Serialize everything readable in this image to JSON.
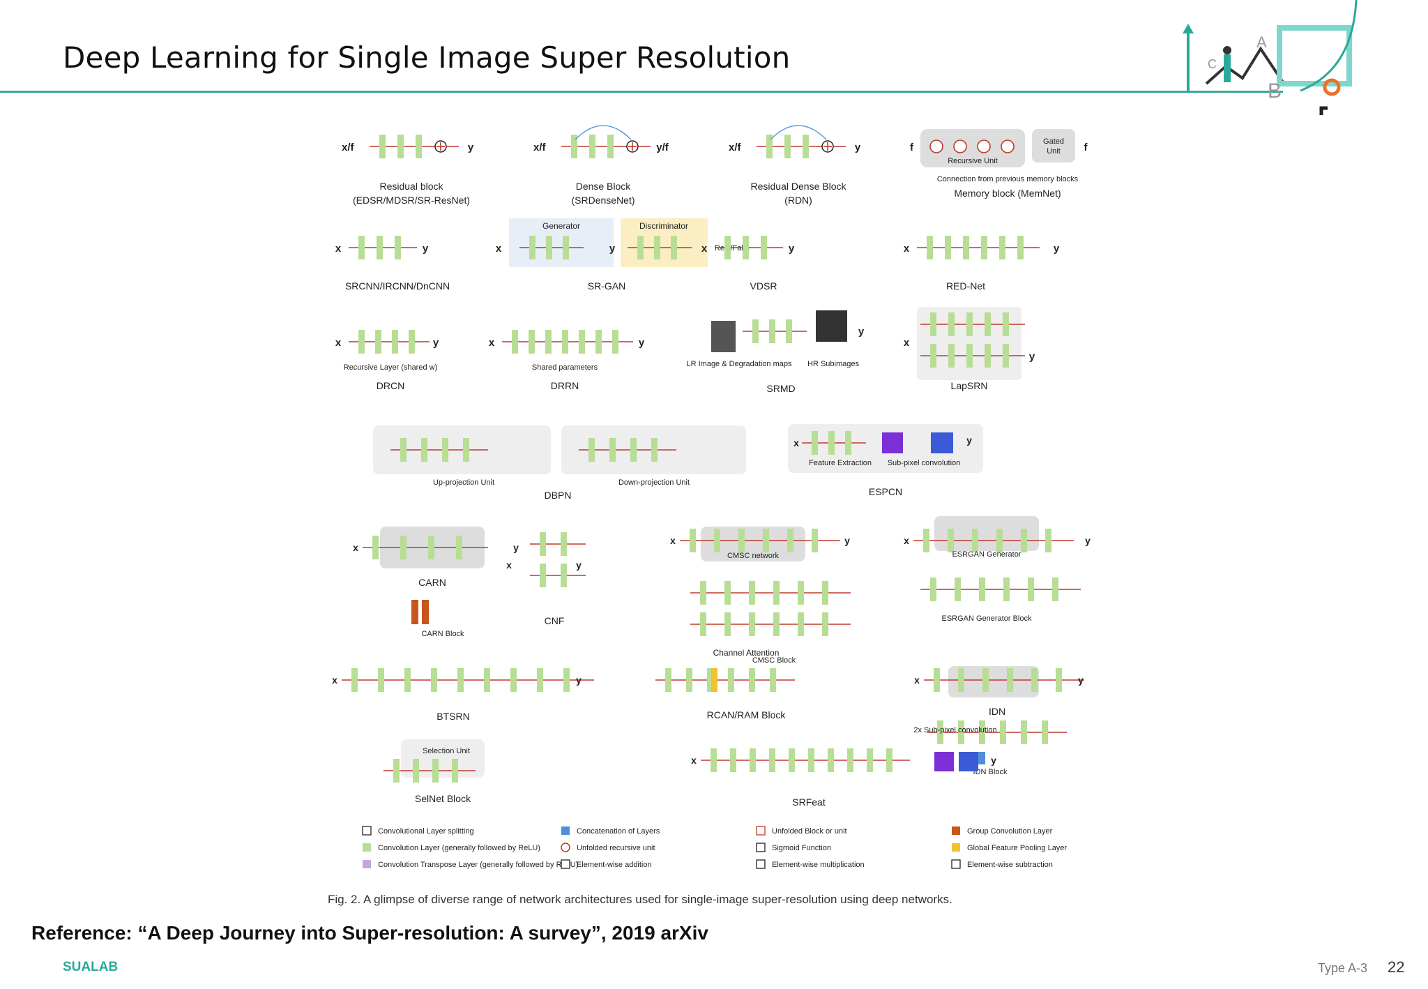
{
  "slide": {
    "title": "Deep Learning for Single Image Super Resolution",
    "caption": "Fig. 2. A glimpse of diverse range of network architectures used for single-image super-resolution using deep networks.",
    "reference": "Reference: “A Deep Journey into Super-resolution: A survey”, 2019 arXiv",
    "brand": "SUALAB",
    "type_label": "Type A-3",
    "page_number": "22"
  },
  "logo": {
    "letters": [
      "C",
      "A",
      "B"
    ]
  },
  "colors": {
    "accent": "#3aa89a",
    "conv": "#b8dd94",
    "transpose": "#c3a8d9",
    "line": "#c0392b",
    "group": "#c8551a",
    "pool": "#f2c230"
  },
  "figure": {
    "row1": [
      {
        "id": "res",
        "label": "Residual block",
        "sub": "(EDSR/MDSR/SR-ResNet)",
        "in": "x/f",
        "out": "y"
      },
      {
        "id": "dense",
        "label": "Dense Block",
        "sub": "(SRDenseNet)",
        "in": "x/f",
        "out": "y/f"
      },
      {
        "id": "rdn",
        "label": "Residual Dense Block",
        "sub": "(RDN)",
        "in": "x/f",
        "out": "y"
      },
      {
        "id": "mem",
        "label": "Memory block (MemNet)",
        "sub": "Connection from previous memory blocks",
        "in": "f",
        "out": "f",
        "inner1": "Recursive Unit",
        "inner2": "Gated Unit"
      }
    ],
    "row2": [
      {
        "id": "srcnn",
        "label": "SRCNN/IRCNN/DnCNN",
        "in": "x",
        "out": "y"
      },
      {
        "id": "srgan",
        "label": "SR-GAN",
        "gen": "Generator",
        "disc": "Discriminator",
        "out": "Real/Fake",
        "in": "x",
        "mid": "y"
      },
      {
        "id": "vdsr",
        "label": "VDSR",
        "in": "x",
        "out": "y"
      },
      {
        "id": "rednet",
        "label": "RED-Net",
        "in": "x",
        "out": "y"
      }
    ],
    "row3": [
      {
        "id": "drcn",
        "label": "DRCN",
        "note": "Recursive Layer (shared w)",
        "in": "x",
        "out": "y"
      },
      {
        "id": "drrn",
        "label": "DRRN",
        "note": "Shared parameters",
        "in": "x",
        "out": "y"
      },
      {
        "id": "srmd",
        "label": "SRMD",
        "note1": "LR Image & Degradation maps",
        "note2": "HR Subimages",
        "out": "y"
      },
      {
        "id": "lapsrn",
        "label": "LapSRN",
        "in": "x",
        "out": "y"
      }
    ],
    "row4": [
      {
        "id": "dbpn",
        "label": "DBPN",
        "up": "Up-projection Unit",
        "down": "Down-projection Unit"
      },
      {
        "id": "espcn",
        "label": "ESPCN",
        "fe": "Feature Extraction",
        "sp": "Sub-pixel convolution",
        "in": "x",
        "out": "y"
      }
    ],
    "row5": [
      {
        "id": "carn",
        "label": "CARN",
        "block": "CARN Block",
        "in": "x",
        "out": "y"
      },
      {
        "id": "cnf",
        "label": "CNF",
        "in": "x",
        "out": "y"
      },
      {
        "id": "cmsc",
        "label": "CMSC Block",
        "net": "CMSC network",
        "in": "x",
        "out": "y"
      },
      {
        "id": "esrgan",
        "label": "ESRGAN Generator Block",
        "gen": "ESRGAN Generator",
        "in": "x",
        "out": "y"
      }
    ],
    "row6": [
      {
        "id": "btsrn",
        "label": "BTSRN",
        "in": "x",
        "out": "y"
      },
      {
        "id": "rcan",
        "label": "RCAN/RAM Block",
        "ca": "Channel Attention"
      },
      {
        "id": "idn",
        "label": "IDN",
        "block": "IDN Block",
        "in": "x",
        "out": "y"
      }
    ],
    "row7": [
      {
        "id": "selnet",
        "label": "SelNet Block",
        "unit": "Selection Unit"
      },
      {
        "id": "srfeat",
        "label": "SRFeat",
        "note": "2x Sub-pixel convolution",
        "in": "x",
        "out": "y"
      }
    ],
    "legend": [
      "Convolutional Layer splitting",
      "Convolution Layer (generally followed by ReLU)",
      "Convolution Transpose Layer (generally followed by ReLU)",
      "Concatenation of Layers",
      "Unfolded recursive unit",
      "Element-wise addition",
      "Unfolded Block or unit",
      "Sigmoid Function",
      "Element-wise multiplication",
      "Group Convolution Layer",
      "Global Feature Pooling Layer",
      "Element-wise subtraction"
    ]
  }
}
